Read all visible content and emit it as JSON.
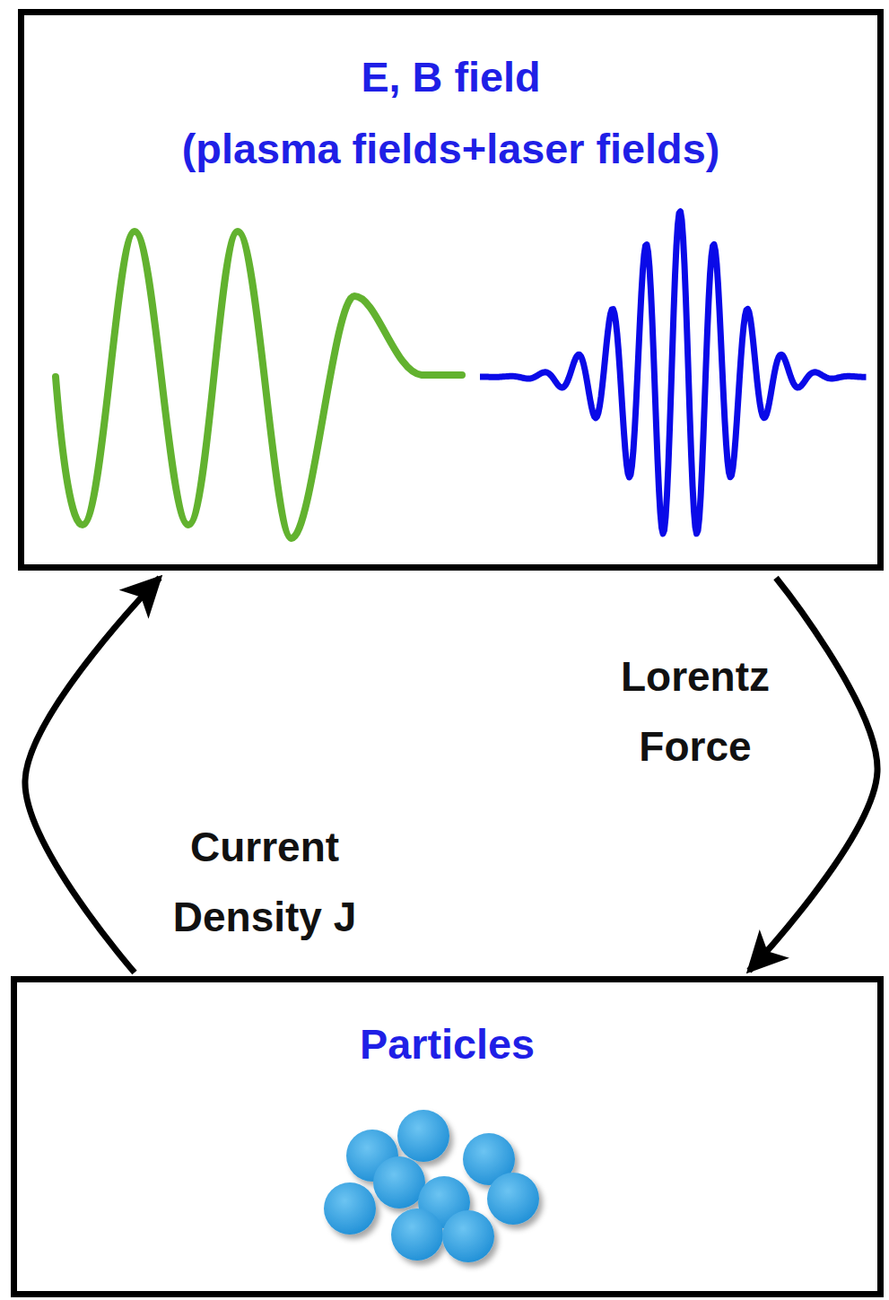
{
  "diagram": {
    "nodes": [
      {
        "text": [
          "E, B field",
          "(plasma fields+laser fields)"
        ]
      },
      {
        "text": [
          "Particles"
        ]
      }
    ],
    "edges": [
      {
        "from": 0,
        "to": 1,
        "label": "Lorentz Force",
        "arrow": "to"
      },
      {
        "from": 1,
        "to": 0,
        "label": "Current Density J",
        "arrow": "to"
      }
    ]
  }
}
